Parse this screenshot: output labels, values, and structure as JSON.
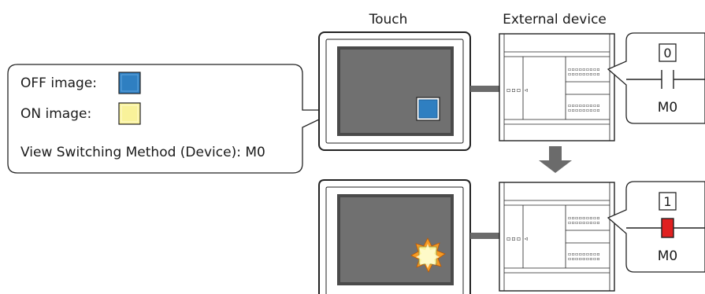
{
  "labels": {
    "touch": "Touch",
    "external_device": "External device"
  },
  "callout": {
    "off_label": "OFF image:",
    "on_label": "ON image:",
    "method_text": "View Switching Method (Device): M0"
  },
  "devices": {
    "top": {
      "value": "0",
      "label": "M0",
      "state": "off"
    },
    "bottom": {
      "value": "1",
      "label": "M0",
      "state": "on"
    }
  },
  "colors": {
    "off_image": "#2f7fc1",
    "on_image": "#f9f29a",
    "contact_on": "#e02020",
    "arrow": "#6b6b6b",
    "screen": "#707070",
    "screen_border": "#4a4a4a"
  }
}
